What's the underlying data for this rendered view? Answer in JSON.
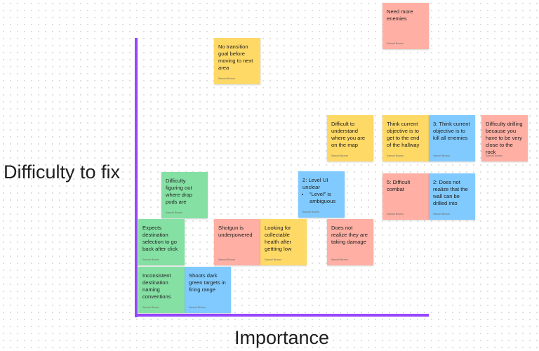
{
  "axes": {
    "y_label": "Difficulty to fix",
    "x_label": "Importance",
    "color": "#9747ff"
  },
  "colors": {
    "pink": "#ffafa3",
    "yellow": "#ffd966",
    "blue": "#80caff",
    "green": "#85e0a3"
  },
  "notes": [
    {
      "id": "need-more-enemies",
      "text": "Need more enemies",
      "color": "pink",
      "author": "Samuel Brunes"
    },
    {
      "id": "no-transition-goal",
      "text": "No transition goal before moving to next area",
      "color": "yellow",
      "author": "Samuel Brunes"
    },
    {
      "id": "difficult-to-understand-map",
      "text": "Difficult to understand where you are on the map",
      "color": "yellow",
      "author": "Samuel Brunes"
    },
    {
      "id": "objective-end-of-hallway",
      "text": "Think current objective is to get to the end of the hallway",
      "color": "yellow",
      "author": "Samuel Brunes"
    },
    {
      "id": "objective-kill-enemies",
      "text": "3: Think current objective is to kill all enemies",
      "color": "blue",
      "author": "Samuel Brunes"
    },
    {
      "id": "difficulty-drilling",
      "text": "Difficulty drilling because you have to be very close to the rock",
      "color": "pink",
      "author": "Samuel Brunes"
    },
    {
      "id": "difficult-combat",
      "text": "5: Difficult combat",
      "color": "pink",
      "author": "Samuel Brunes"
    },
    {
      "id": "wall-can-be-drilled",
      "text": "2: Does not realize that the wall can be drilled into",
      "color": "blue",
      "author": "Samuel Brunes"
    },
    {
      "id": "drop-pods",
      "text": "Difficulty figuring out where drop pods are",
      "color": "green",
      "author": "Samuel Brunes"
    },
    {
      "id": "expects-destination",
      "text": "Expects destination selection to go back after click",
      "color": "green",
      "author": "Samuel Brunes"
    },
    {
      "id": "level-ui-unclear",
      "text": "2: Level UI unclear",
      "bullets": [
        "“Level” is ambiguous"
      ],
      "color": "blue",
      "author": "Samuel Brunes"
    },
    {
      "id": "shoots-dark-green",
      "text": "Shoots dark green targets in firing range",
      "color": "blue",
      "author": "Samuel Brunes"
    },
    {
      "id": "inconsistent-naming",
      "text": "Inconsistent destination naming conventions",
      "color": "green",
      "author": "Samuel Brunes"
    },
    {
      "id": "shotgun-underpowered",
      "text": "Shotgun is underpowered",
      "color": "pink",
      "author": "Samuel Brunes"
    },
    {
      "id": "collectable-health",
      "text": "Looking for collectable health after gettting low",
      "color": "yellow",
      "author": "Samuel Brunes"
    },
    {
      "id": "taking-damage",
      "text": "Does not realize they are taking damage",
      "color": "pink",
      "author": "Samuel Brunes"
    }
  ]
}
